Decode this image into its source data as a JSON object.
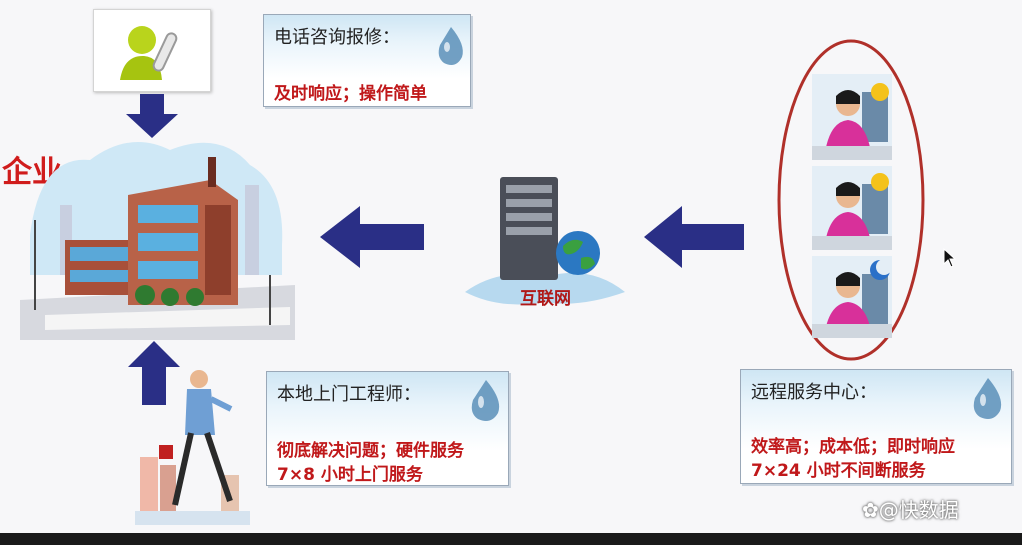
{
  "labels": {
    "enterprise": "企业",
    "internet": "互联网"
  },
  "cards": {
    "phone": {
      "title": "电话咨询报修：",
      "lines": [
        "及时响应；操作简单"
      ]
    },
    "engineer": {
      "title": "本地上门工程师：",
      "lines": [
        "彻底解决问题；硬件服务",
        "7×8 小时上门服务"
      ]
    },
    "remote": {
      "title": "远程服务中心：",
      "lines": [
        "效率高；成本低；即时响应",
        "7×24 小时不间断服务"
      ]
    }
  },
  "watermark": "@快数据",
  "colors": {
    "arrow": "#2a2f86",
    "accent_red": "#c0181a",
    "ellipse": "#b0302a"
  },
  "icons": [
    "phone-user-icon",
    "building-icon",
    "server-icon",
    "globe-icon",
    "walking-man-icon",
    "operator-icon",
    "sun-icon",
    "moon-icon",
    "water-drop-icon",
    "mouse-cursor-icon"
  ]
}
